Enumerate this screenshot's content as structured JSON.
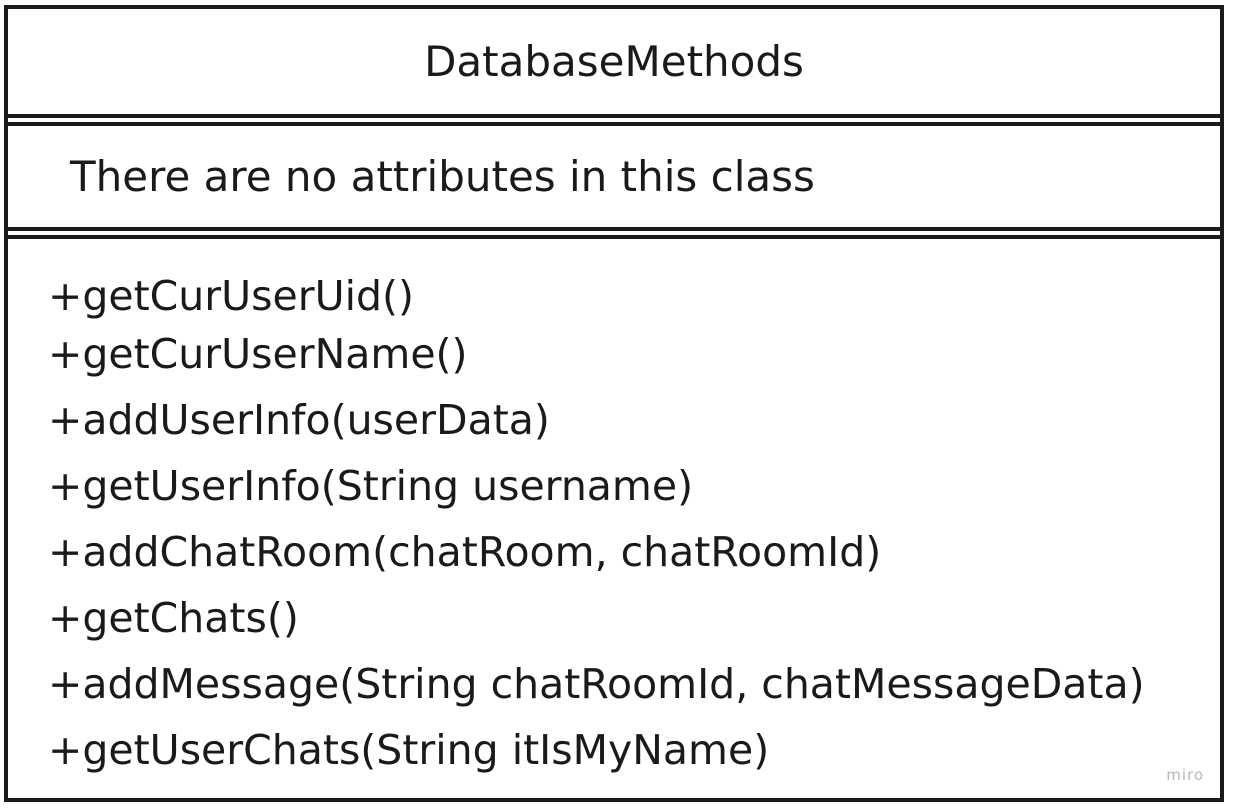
{
  "class": {
    "name": "DatabaseMethods",
    "attributes_note": "There are no attributes in this class",
    "methods": [
      "+getCurUserUid()",
      "+getCurUserName()",
      "+addUserInfo(userData)",
      "+getUserInfo(String username)",
      "+addChatRoom(chatRoom, chatRoomId)",
      "+getChats()",
      "+addMessage(String chatRoomId, chatMessageData)",
      "+getUserChats(String itIsMyName)"
    ]
  },
  "watermark": "miro"
}
